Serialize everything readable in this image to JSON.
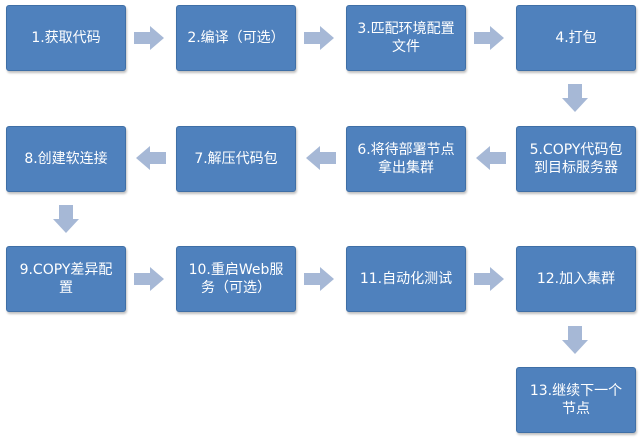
{
  "colors": {
    "box_fill": "#4f81bd",
    "box_border": "#3f6fa6",
    "arrow": "#a6b8d6",
    "text": "#ffffff",
    "background": "#ffffff"
  },
  "steps": [
    {
      "label": "1.获取代码"
    },
    {
      "label": "2.编译（可选）"
    },
    {
      "label": "3.匹配环境配置文件"
    },
    {
      "label": "4.打包"
    },
    {
      "label": "5.COPY代码包到目标服务器"
    },
    {
      "label": "6.将待部署节点拿出集群"
    },
    {
      "label": "7.解压代码包"
    },
    {
      "label": "8.创建软连接"
    },
    {
      "label": "9.COPY差异配置"
    },
    {
      "label": "10.重启Web服务（可选）"
    },
    {
      "label": "11.自动化测试"
    },
    {
      "label": "12.加入集群"
    },
    {
      "label": "13.继续下一个节点"
    }
  ]
}
